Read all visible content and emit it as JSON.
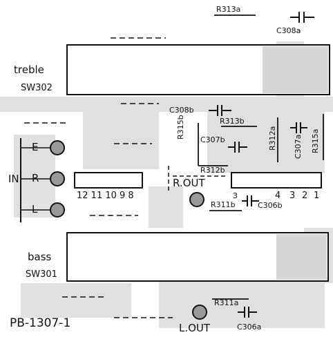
{
  "board": {
    "id_label": "PB-1307-1"
  },
  "switches": {
    "treble": {
      "name": "treble",
      "ref": "SW302"
    },
    "bass": {
      "name": "bass",
      "ref": "SW301"
    }
  },
  "input": {
    "group_label": "IN",
    "pins": [
      "E",
      "R",
      "L"
    ]
  },
  "outputs": {
    "right": "R.OUT",
    "left": "L.OUT"
  },
  "connectors": {
    "left_pins": "12 11 10 9 8",
    "right_pins": [
      "4",
      "3",
      "2",
      "1"
    ],
    "right_pin_extra": "3"
  },
  "components": {
    "r313a": "R313a",
    "c308a": "C308a",
    "c308b": "C308b",
    "r313b": "R313b",
    "c307b": "C307b",
    "r315b": "R315b",
    "r312b": "R312b",
    "r312a": "R312a",
    "c307a": "C307a",
    "r315a": "R315a",
    "r311b": "R311b",
    "c306b": "C306b",
    "r311a": "R311a",
    "c306a": "C306a"
  },
  "colors": {
    "ink": "#111111",
    "copper_gray": "#b8b8b8",
    "pad_fill": "#9a9a9a",
    "background": "#ffffff"
  }
}
